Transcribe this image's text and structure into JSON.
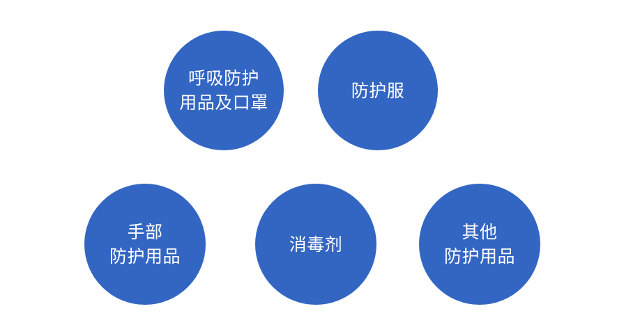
{
  "colors": {
    "background": "#ffffff",
    "circle_fill": "#3366c2",
    "text": "#ffffff"
  },
  "nodes": [
    {
      "lines": [
        "呼吸防护",
        "用品及口罩"
      ]
    },
    {
      "lines": [
        "防护服"
      ]
    },
    {
      "lines": [
        "手部",
        "防护用品"
      ]
    },
    {
      "lines": [
        "消毒剂"
      ]
    },
    {
      "lines": [
        "其他",
        "防护用品"
      ]
    }
  ]
}
